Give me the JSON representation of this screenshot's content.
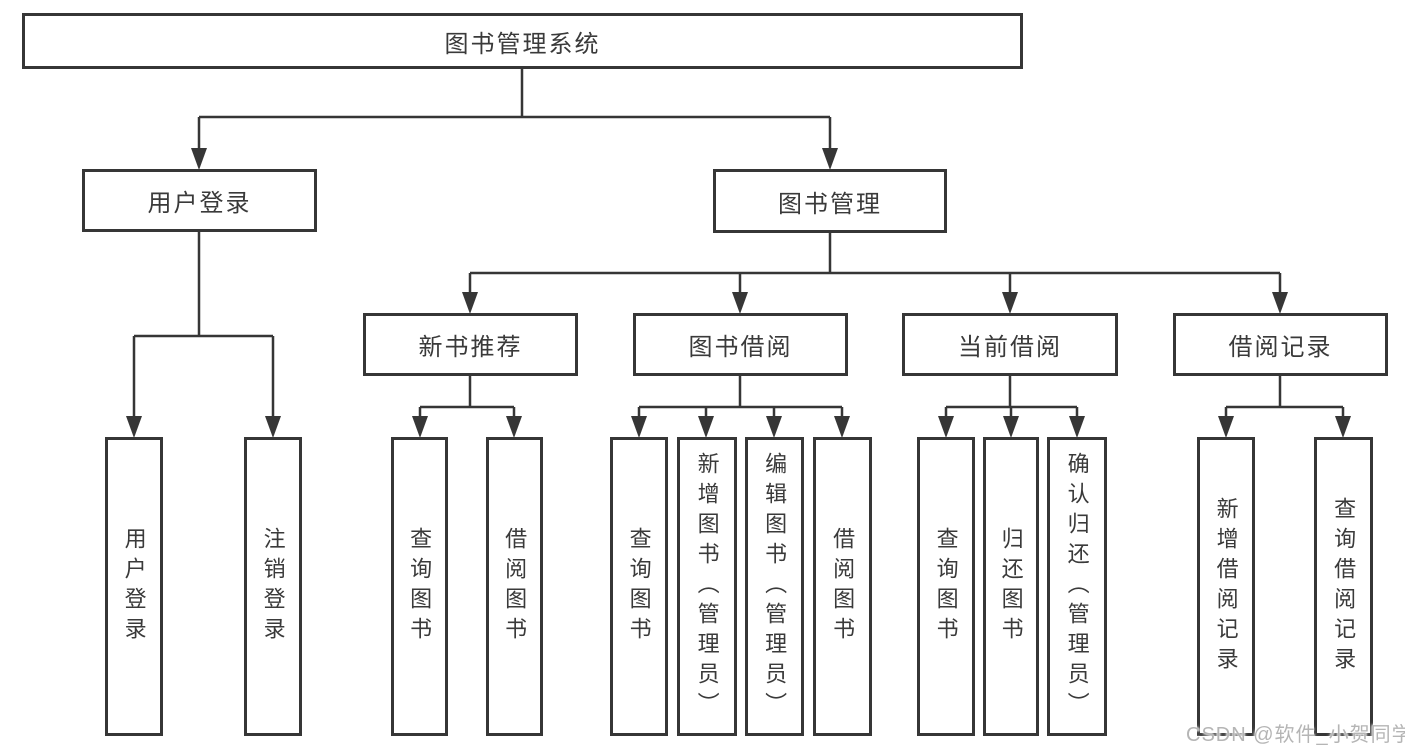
{
  "tree": {
    "root": {
      "label": "图书管理系统"
    },
    "children": [
      {
        "label": "用户登录",
        "children": [
          {
            "label": "用户登录"
          },
          {
            "label": "注销登录"
          }
        ]
      },
      {
        "label": "图书管理",
        "children": [
          {
            "label": "新书推荐",
            "children": [
              {
                "label": "查询图书"
              },
              {
                "label": "借阅图书"
              }
            ]
          },
          {
            "label": "图书借阅",
            "children": [
              {
                "label": "查询图书"
              },
              {
                "label": "新增图书（管理员）"
              },
              {
                "label": "编辑图书（管理员）"
              },
              {
                "label": "借阅图书"
              }
            ]
          },
          {
            "label": "当前借阅",
            "children": [
              {
                "label": "查询图书"
              },
              {
                "label": "归还图书"
              },
              {
                "label": "确认归还（管理员）"
              }
            ]
          },
          {
            "label": "借阅记录",
            "children": [
              {
                "label": "新增借阅记录"
              },
              {
                "label": "查询借阅记录"
              }
            ]
          }
        ]
      }
    ]
  },
  "watermark": "CSDN @软件_小贺同学",
  "colors": {
    "background": "#ffffff",
    "line": "#363636",
    "box_border": "#363636",
    "text": "#3a3a3a",
    "watermark": "#b5b5b5"
  }
}
